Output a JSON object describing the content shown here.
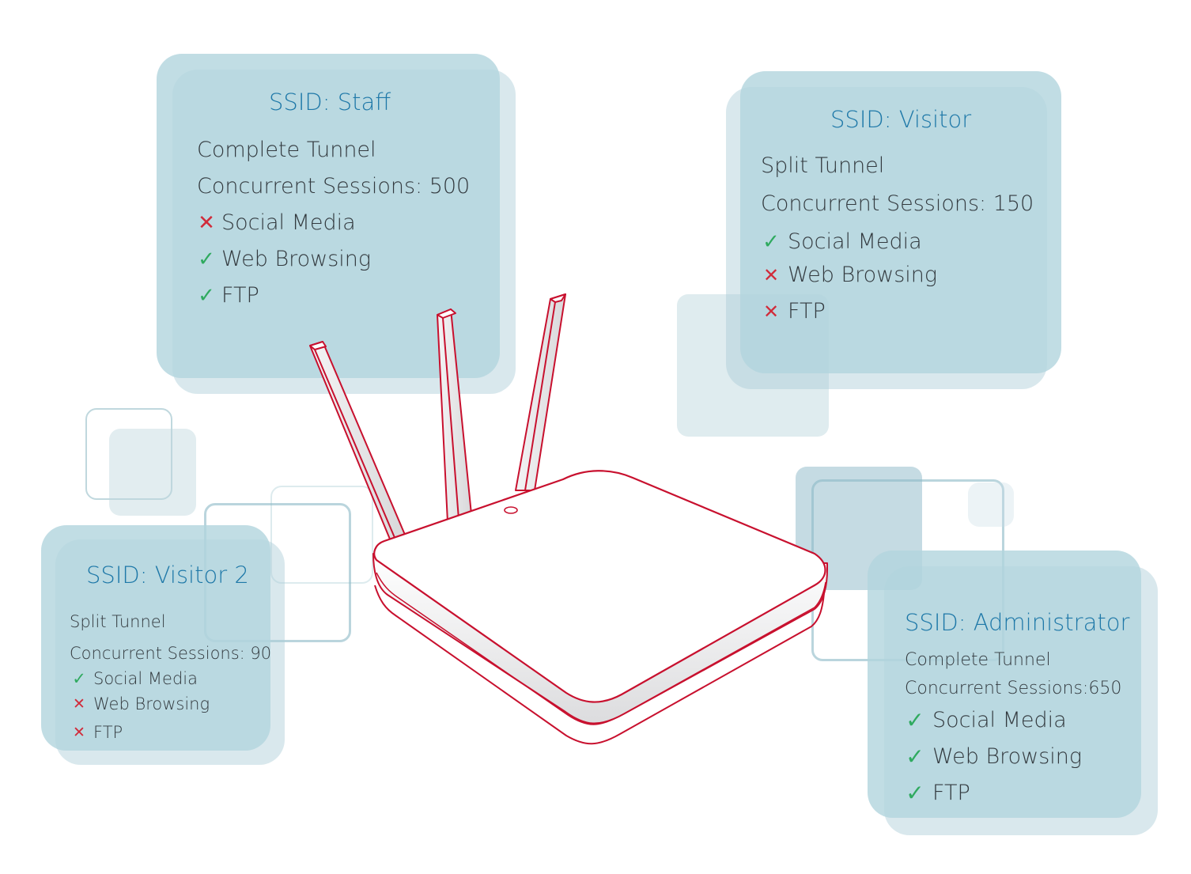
{
  "ssids": [
    {
      "id": "staff",
      "title": "SSID: Staff",
      "tunnel": "Complete Tunnel",
      "sessions": "Concurrent Sessions: 500",
      "features": [
        {
          "label": "Social Media",
          "allowed": false,
          "icon": "cross-icon"
        },
        {
          "label": "Web Browsing",
          "allowed": true,
          "icon": "check-icon"
        },
        {
          "label": "FTP",
          "allowed": true,
          "icon": "check-icon"
        }
      ]
    },
    {
      "id": "visitor",
      "title": "SSID: Visitor",
      "tunnel": "Split Tunnel",
      "sessions": "Concurrent Sessions: 150",
      "features": [
        {
          "label": "Social Media",
          "allowed": true,
          "icon": "check-icon"
        },
        {
          "label": "Web Browsing",
          "allowed": false,
          "icon": "cross-icon"
        },
        {
          "label": "FTP",
          "allowed": false,
          "icon": "cross-icon"
        }
      ]
    },
    {
      "id": "visitor-2",
      "title": "SSID: Visitor 2",
      "tunnel": "Split Tunnel",
      "sessions": "Concurrent Sessions: 90",
      "features": [
        {
          "label": "Social Media",
          "allowed": true,
          "icon": "check-icon"
        },
        {
          "label": "Web Browsing",
          "allowed": false,
          "icon": "cross-icon"
        },
        {
          "label": "FTP",
          "allowed": false,
          "icon": "cross-icon"
        }
      ]
    },
    {
      "id": "administrator",
      "title": "SSID: Administrator",
      "tunnel": "Complete Tunnel",
      "sessions": "Concurrent Sessions:650",
      "features": [
        {
          "label": "Social Media",
          "allowed": true,
          "icon": "check-icon"
        },
        {
          "label": "Web Browsing",
          "allowed": true,
          "icon": "check-icon"
        },
        {
          "label": "FTP",
          "allowed": true,
          "icon": "check-icon"
        }
      ]
    }
  ],
  "colors": {
    "title": "#1e78a8",
    "text": "#333a3f",
    "allowed": "#2faa5f",
    "blocked": "#d12b3a",
    "router_outline": "#c8102e",
    "panel": "#b2d4dd"
  },
  "device": {
    "name": "router-illustration",
    "antennas": 3
  }
}
